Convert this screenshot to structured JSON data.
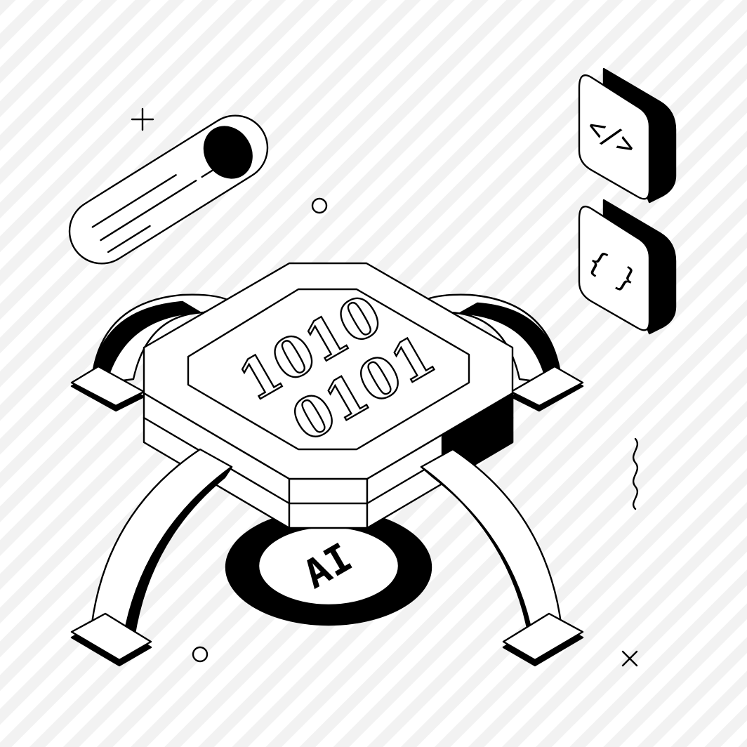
{
  "illustration": {
    "chip": {
      "binary_top": "1010",
      "binary_bottom": "0101"
    },
    "base": {
      "label": "AI"
    },
    "tiles": {
      "code": "</>",
      "braces": "{ }"
    },
    "colors": {
      "ink": "#000000",
      "paper": "#ffffff",
      "stripes": "#f2f2f2"
    }
  }
}
